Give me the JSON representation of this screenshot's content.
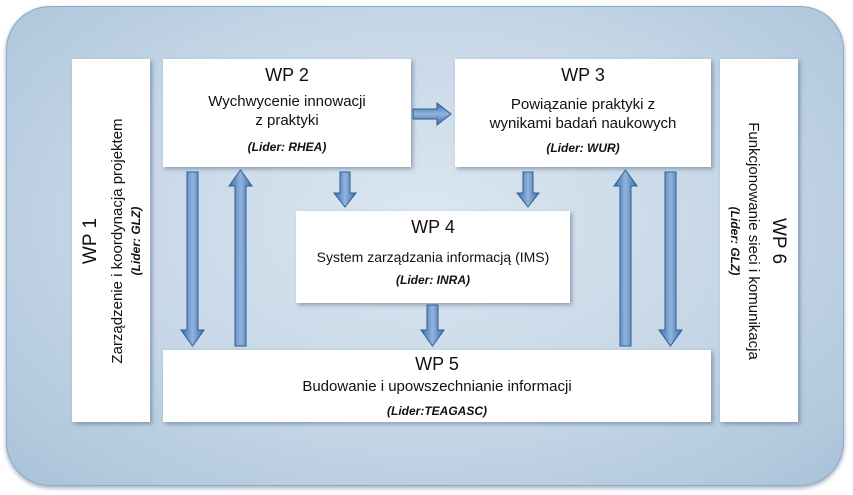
{
  "wp1": {
    "title": "WP 1",
    "description": "Zarządzenie i koordynacja projektem",
    "leader": "(Lider: GLZ)"
  },
  "wp2": {
    "title": "WP 2",
    "line1": "Wychwycenie innowacji",
    "line2": "z praktyki",
    "leader": "(Lider: RHEA)"
  },
  "wp3": {
    "title": "WP 3",
    "line1": "Powiązanie praktyki z",
    "line2": "wynikami badań naukowych",
    "leader": "(Lider: WUR)"
  },
  "wp4": {
    "title": "WP 4",
    "description": "System zarządzania informacją (IMS)",
    "leader": "(Lider: INRA)"
  },
  "wp5": {
    "title": "WP 5",
    "description": "Budowanie i upowszechnianie informacji",
    "leader": "(Lider:TEAGASC)"
  },
  "wp6": {
    "title": "WP 6",
    "description": "Funkcjonowanie sieci i komunikacja",
    "leader": "(Lider: GLZ)"
  },
  "colors": {
    "arrow": "#4f81bd",
    "frame": "#c5d6e6"
  }
}
